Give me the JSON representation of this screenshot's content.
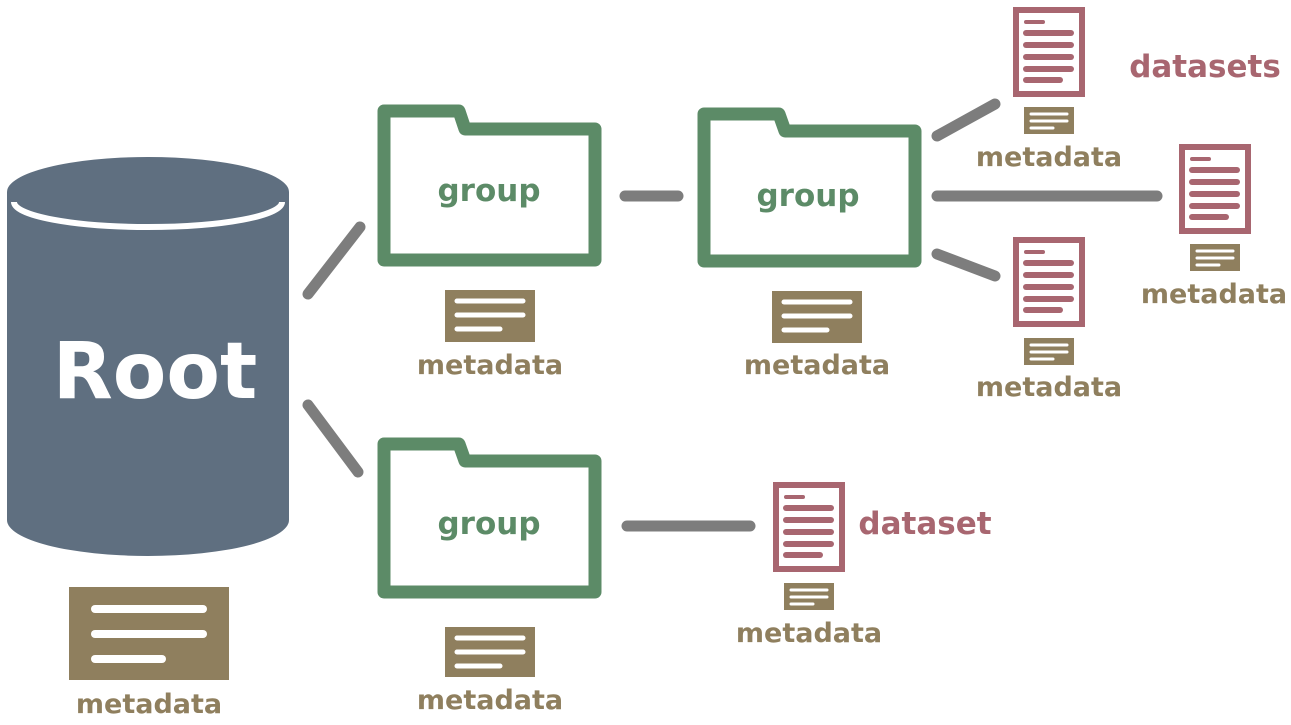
{
  "colors": {
    "root": "#5f6f80",
    "group": "#5c8b67",
    "dataset": "#a86670",
    "metadata": "#8f7f5e",
    "connector": "#7d7d7d"
  },
  "root": {
    "label": "Root",
    "metadata_label": "metadata"
  },
  "groups": [
    {
      "label": "group",
      "metadata_label": "metadata"
    },
    {
      "label": "group",
      "metadata_label": "metadata"
    },
    {
      "label": "group",
      "metadata_label": "metadata"
    }
  ],
  "datasets": [
    {
      "metadata_label": "metadata"
    },
    {
      "metadata_label": "metadata"
    },
    {
      "metadata_label": "metadata"
    },
    {
      "metadata_label": "metadata"
    }
  ],
  "labels": {
    "datasets": "datasets",
    "dataset": "dataset"
  }
}
